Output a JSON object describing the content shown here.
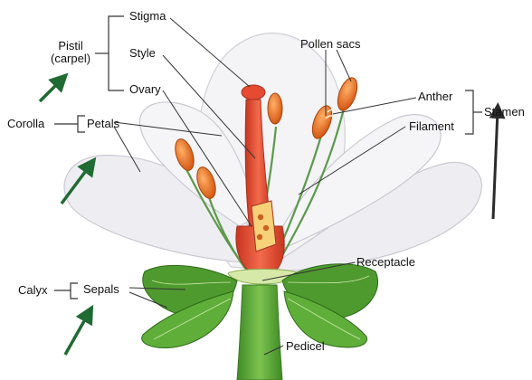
{
  "labels": {
    "stigma": "Stigma",
    "style": "Style",
    "ovary": "Ovary",
    "pistil": "Pistil",
    "pistil_alt": "(carpel)",
    "pollen_sacs": "Pollen sacs",
    "anther": "Anther",
    "filament": "Filament",
    "stamen": "Stamen",
    "corolla": "Corolla",
    "petals": "Petals",
    "receptacle": "Receptacle",
    "calyx": "Calyx",
    "sepals": "Sepals",
    "pedicel": "Pedicel"
  },
  "colors": {
    "petal_fill": "#f1f1f4",
    "petal_edge": "#c9c9d2",
    "pistil": "#e8543a",
    "anther": "#e8701f",
    "filament": "#5b9a4a",
    "sepal": "#4e9a2e",
    "stem": "#5faa3c",
    "receptacle": "#cfe3a2",
    "arrow_green": "#1f6b33",
    "arrow_dark": "#2b2b2b",
    "leader": "#333333"
  }
}
